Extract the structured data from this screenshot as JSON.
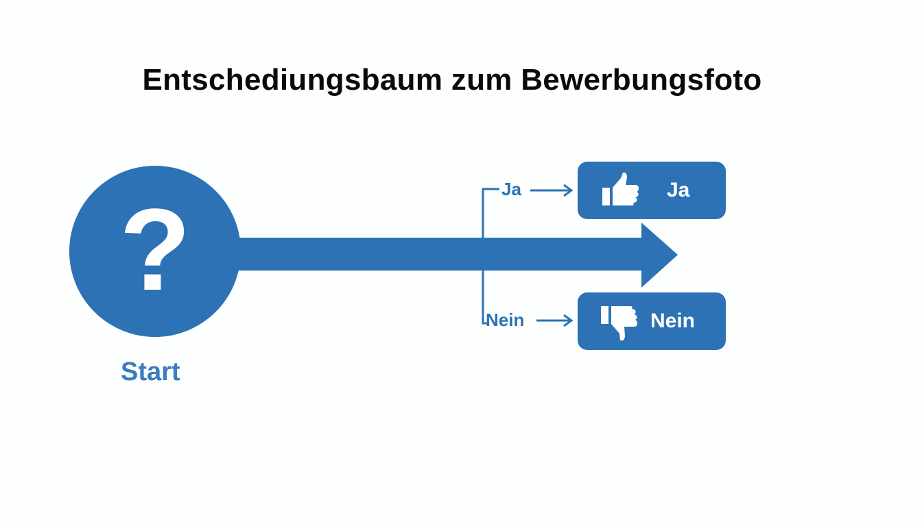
{
  "title": "Entschediungsbaum zum Bewerbungsfoto",
  "start_node": {
    "icon": "question-mark-icon",
    "symbol": "?",
    "label": "Start"
  },
  "branches": [
    {
      "edge_label": "Ja",
      "result_label": "Ja",
      "icon": "thumbs-up-icon"
    },
    {
      "edge_label": "Nein",
      "result_label": "Nein",
      "icon": "thumbs-down-icon"
    }
  ],
  "colors": {
    "primary": "#2c72b4",
    "start_text": "#3a7cbc",
    "title": "#0a0a0a",
    "background": "#fdfefe"
  }
}
